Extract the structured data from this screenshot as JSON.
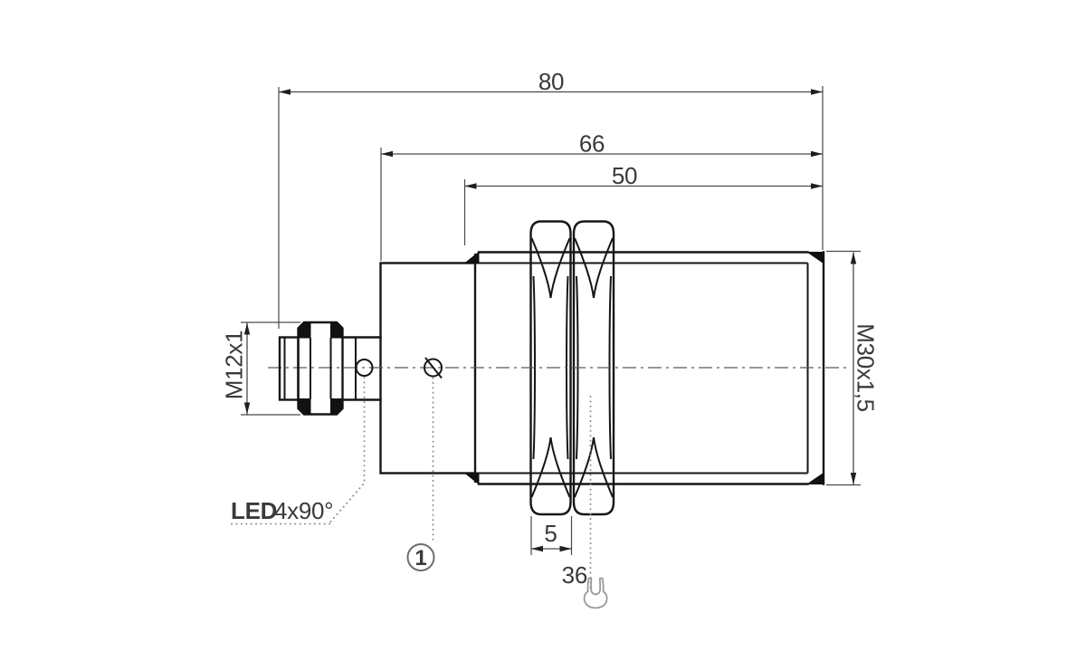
{
  "diagram": {
    "dimensions": {
      "overall_length": "80",
      "housing_length": "66",
      "thread_length": "50",
      "nut_width": "5",
      "wrench_size": "36",
      "connector_thread": "M12x1",
      "mounting_thread": "M30x1,5"
    },
    "labels": {
      "led": "LED",
      "led_detail": "4x90°",
      "callout": "1"
    },
    "icons": {
      "wrench": "open-end-wrench-icon"
    },
    "colors": {
      "outline": "#161616",
      "dimension": "#4a4a4a",
      "leader": "#8f8f8f",
      "background": "#ffffff"
    }
  }
}
